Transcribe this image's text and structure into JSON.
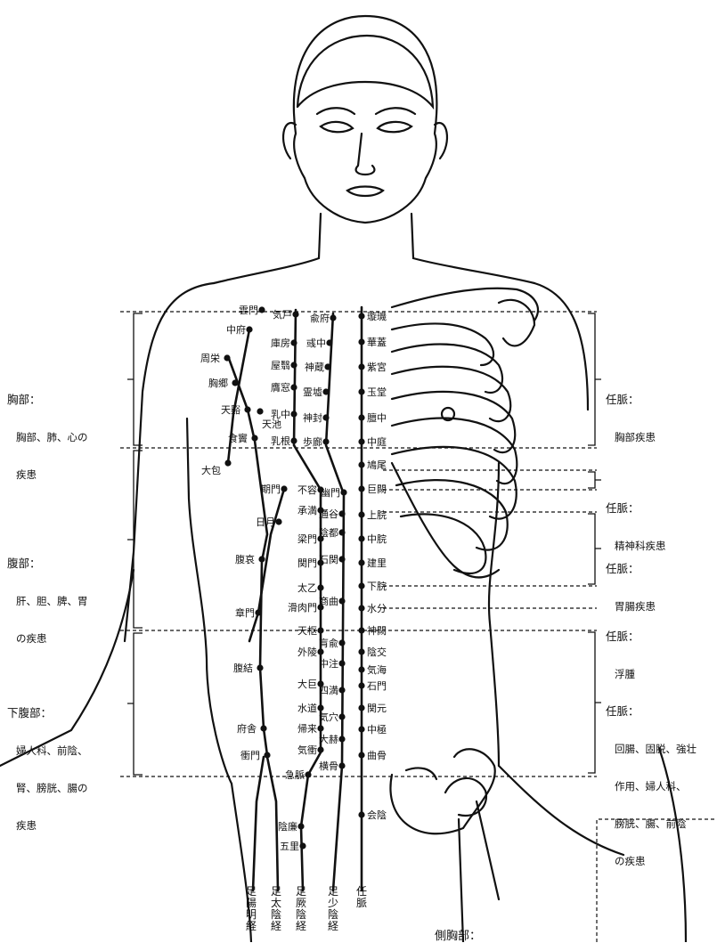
{
  "regions": {
    "chest_left": {
      "title": "胸部：",
      "desc": [
        "胸部、肺、心の",
        "疾患"
      ]
    },
    "abdomen_left": {
      "title": "腹部：",
      "desc": [
        "肝、胆、脾、胃",
        "の疾患"
      ]
    },
    "lower_left": {
      "title": "下腹部：",
      "desc": [
        "婦人科、前陰、",
        "腎、膀胱、腸の",
        "疾患"
      ]
    },
    "chest_right": {
      "title": "任脈：",
      "desc": [
        "胸部疾患"
      ]
    },
    "mental_right": {
      "title": "任脈：",
      "desc": [
        "精神科疾患"
      ]
    },
    "gastro_right": {
      "title": "任脈：",
      "desc": [
        "胃腸疾患"
      ]
    },
    "edema_right": {
      "title": "任脈：",
      "desc": [
        "浮腫"
      ]
    },
    "lower_right": {
      "title": "任脈：",
      "desc": [
        "回腸、固脱、強壮",
        "作用、婦人科、",
        "膀胱、腸、前陰",
        "の疾患"
      ]
    }
  },
  "meridians": [
    "足陽明経",
    "足太陰経",
    "足厥陰経",
    "足少陰経",
    "任脈"
  ],
  "points": {
    "ren": [
      "璇璣",
      "華蓋",
      "紫宮",
      "玉堂",
      "膻中",
      "中庭",
      "鳩尾",
      "巨闕",
      "上脘",
      "中脘",
      "建里",
      "下脘",
      "水分",
      "神闕",
      "陰交",
      "気海",
      "石門",
      "関元",
      "中極",
      "曲骨",
      "会陰"
    ],
    "kidney_chest": [
      "兪府",
      "彧中",
      "神蔵",
      "霊墟",
      "神封",
      "歩廊"
    ],
    "kidney_abd": [
      "幽門",
      "通谷",
      "陰都",
      "石関",
      "商曲",
      "肓兪",
      "中注",
      "四満",
      "気穴",
      "大赫",
      "横骨"
    ],
    "stomach_chest": [
      "気戸",
      "庫房",
      "屋翳",
      "膺窓",
      "乳中",
      "乳根"
    ],
    "stomach_abd": [
      "不容",
      "承満",
      "梁門",
      "関門",
      "太乙",
      "滑肉門",
      "天枢",
      "外陵",
      "大巨",
      "水道",
      "帰来",
      "気衝"
    ],
    "lung": [
      "雲門",
      "中府"
    ],
    "spleen": [
      "周栄",
      "胸郷",
      "天谿",
      "食竇",
      "大包",
      "腹哀",
      "腹結",
      "府舎",
      "衝門"
    ],
    "pericardium": [
      "天池"
    ],
    "liver": [
      "期門",
      "章門",
      "急脈",
      "陰廉",
      "五里"
    ],
    "gb": [
      "日月"
    ]
  },
  "bottom_caption": "側胸部："
}
